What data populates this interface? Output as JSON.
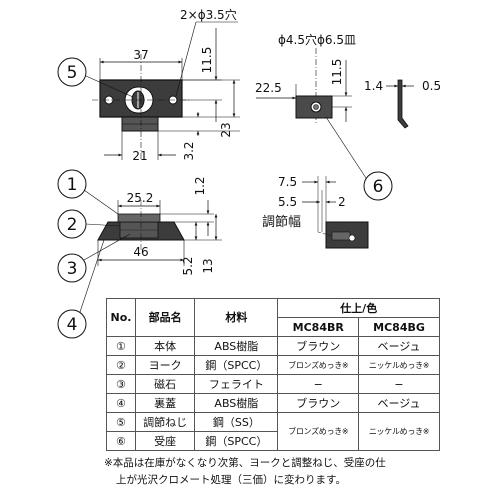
{
  "dimensions": {
    "top_view": {
      "hole_spec": "2×ϕ3.5穴",
      "width_37": "37",
      "height_11_5": "11.5",
      "height_23": "23",
      "offset_3_2": "3.2",
      "width_21": "21"
    },
    "strike_view": {
      "hole_spec": "ϕ4.5穴ϕ6.5皿",
      "offset_22_5": "22.5",
      "height_11_5": "11.5",
      "thickness_1_4": "1.4",
      "thickness_0_5": "0.5"
    },
    "side_view": {
      "length_25_2": "25.2",
      "height_1_2": "1.2",
      "length_46": "46",
      "height_5_2": "5.2",
      "height_13": "13"
    },
    "adjust_view": {
      "range_7_5": "7.5",
      "range_5_5": "5.5",
      "range_2": "2",
      "label": "調節幅"
    }
  },
  "callouts": [
    "1",
    "2",
    "3",
    "4",
    "5",
    "6"
  ],
  "table": {
    "headers": {
      "no": "No.",
      "part": "部品名",
      "material": "材料",
      "finish_color": "仕上/色",
      "model_br": "MC84BR",
      "model_bg": "MC84BG"
    },
    "rows": [
      {
        "no": "①",
        "part": "本体",
        "material": "ABS樹脂",
        "br": "ブラウン",
        "bg": "ベージュ"
      },
      {
        "no": "②",
        "part": "ヨーク",
        "material": "鋼（SPCC）",
        "br": "ブロンズめっき※",
        "bg": "ニッケルめっき※"
      },
      {
        "no": "③",
        "part": "磁石",
        "material": "フェライト",
        "br": "−",
        "bg": "−"
      },
      {
        "no": "④",
        "part": "裏蓋",
        "material": "ABS樹脂",
        "br": "ブラウン",
        "bg": "ベージュ"
      },
      {
        "no": "⑤",
        "part": "調節ねじ",
        "material": "鋼（SS）",
        "br": "ブロンズめっき※",
        "bg": "ニッケルめっき※"
      },
      {
        "no": "⑥",
        "part": "受座",
        "material": "鋼（SPCC）",
        "br": "",
        "bg": ""
      }
    ]
  },
  "note": {
    "line1": "※本品は在庫がなくなり次第、ヨークと調整ねじ、受座の仕",
    "line2": "上が光沢クロメート処理（三価）に変わります。"
  },
  "colors": {
    "part_fill": "#3c3c3c",
    "line": "#111111"
  }
}
